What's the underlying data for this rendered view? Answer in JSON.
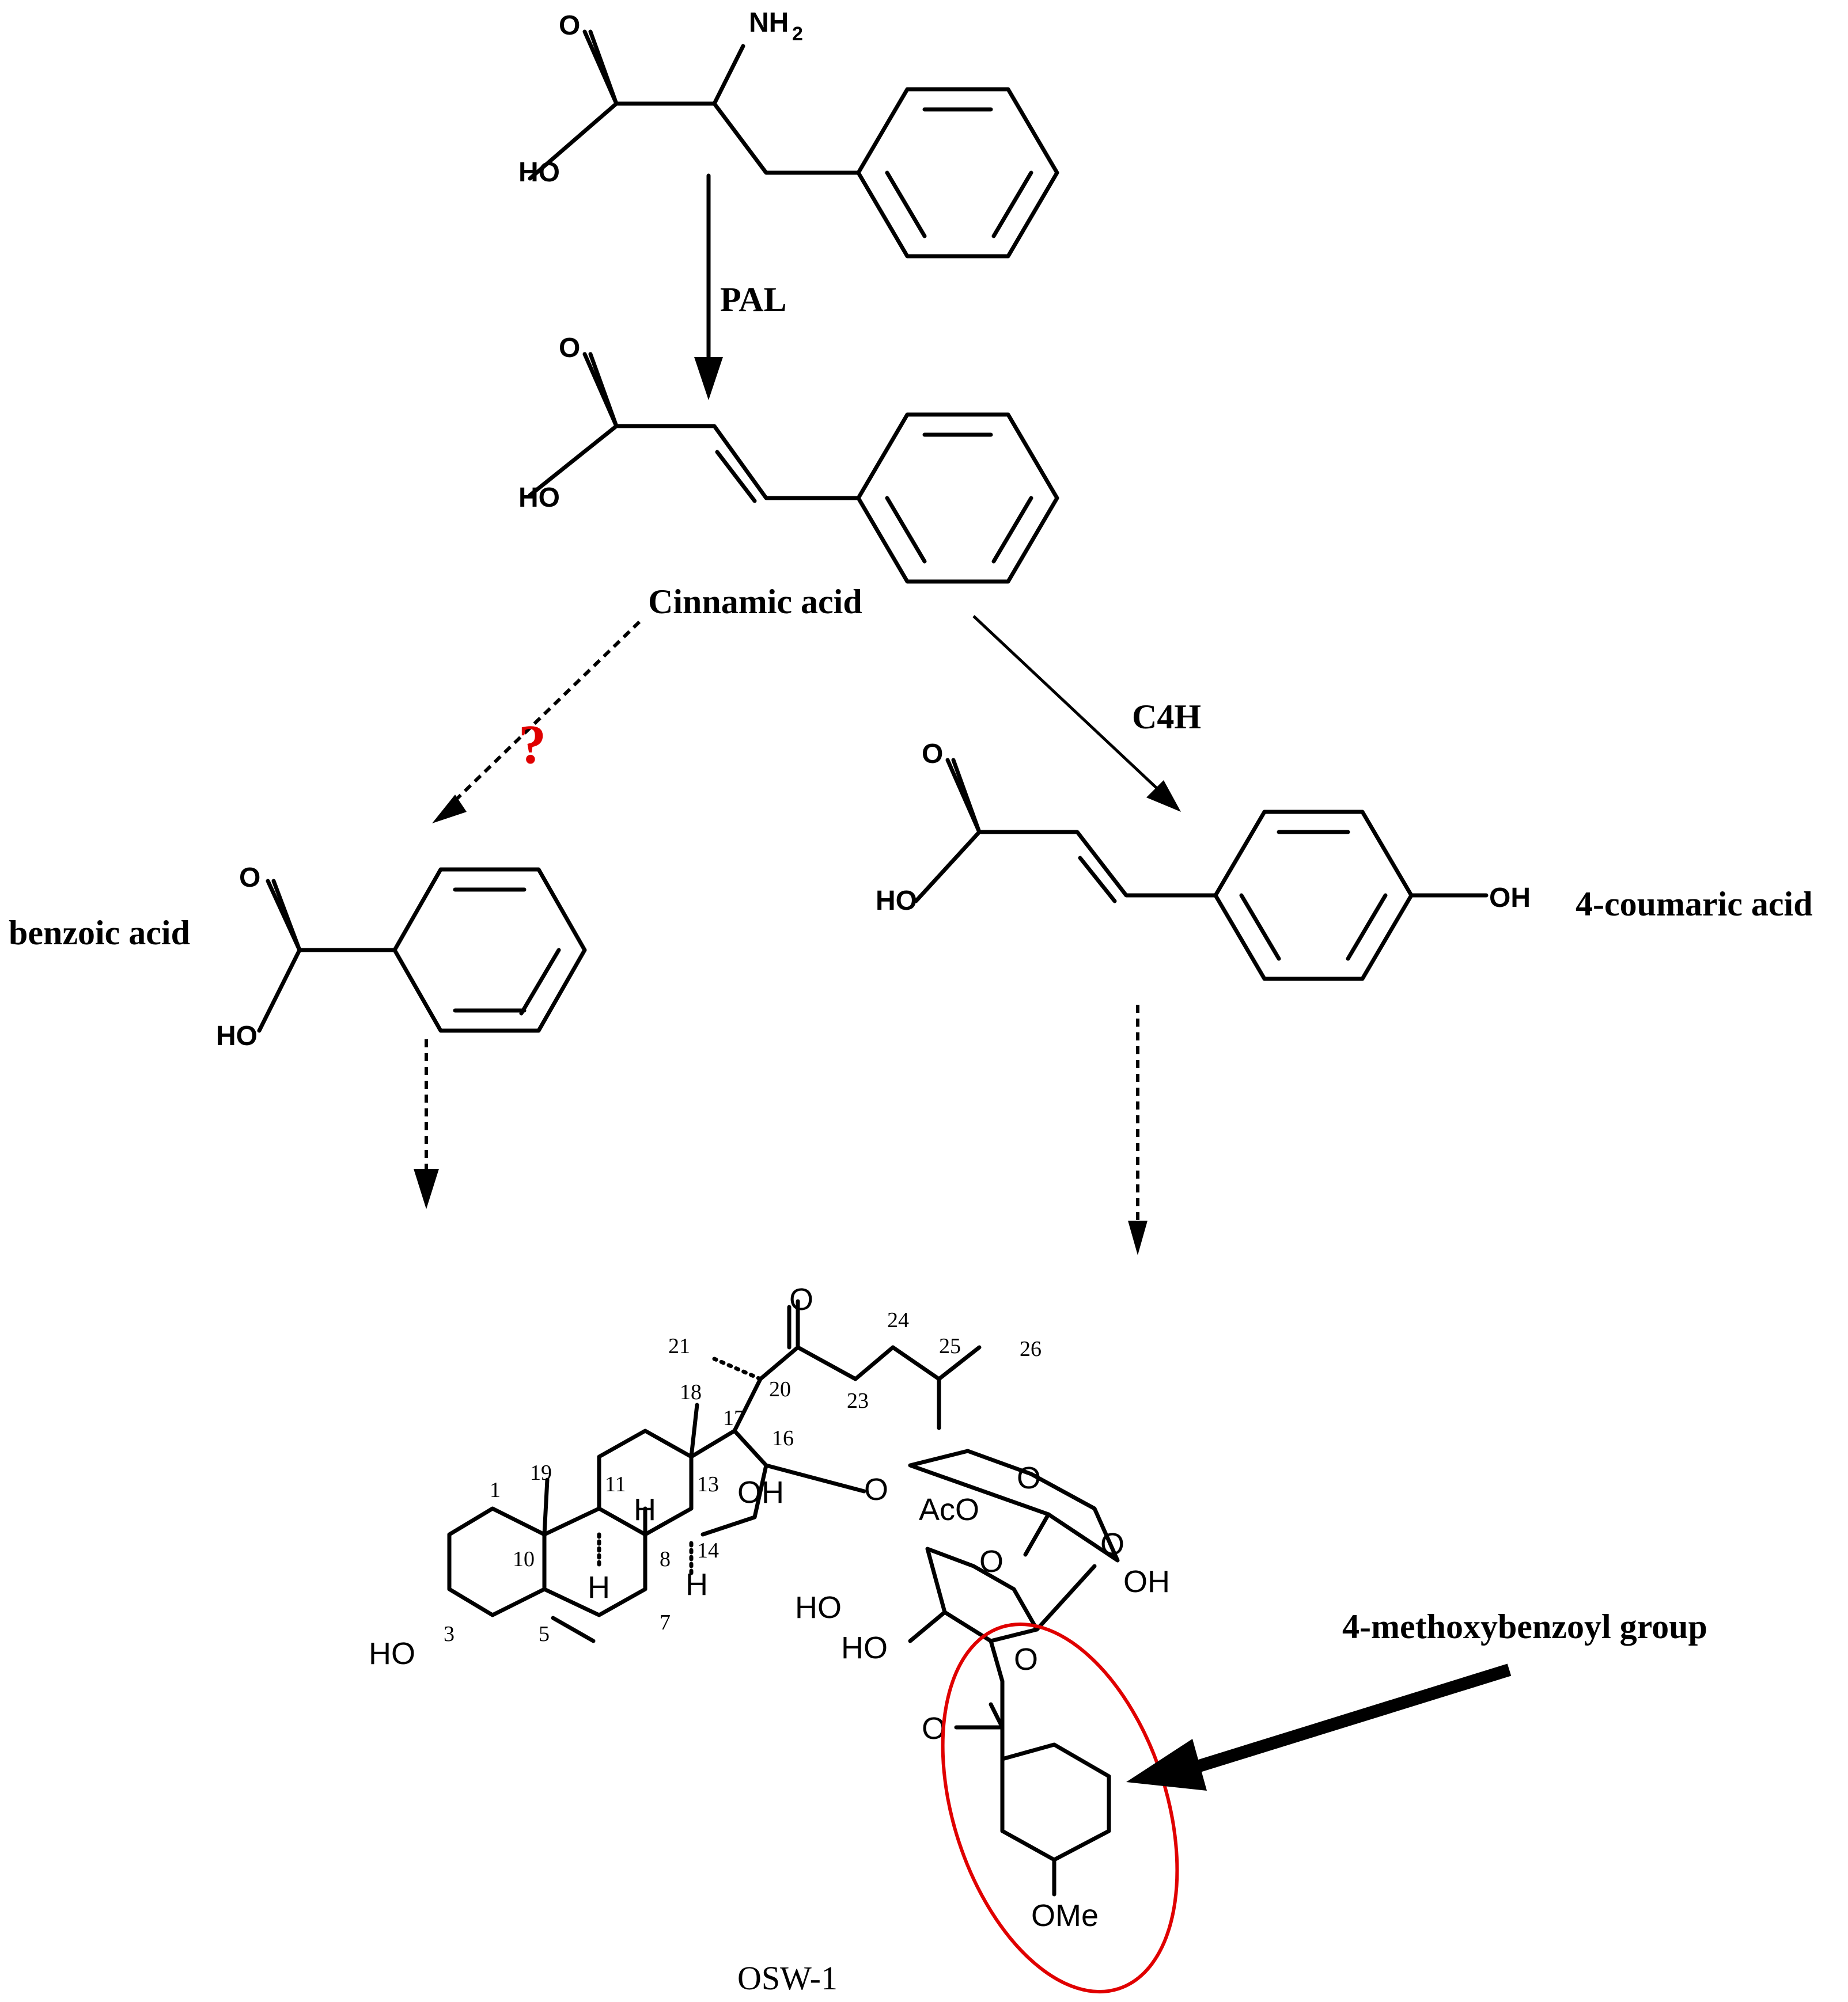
{
  "labels": {
    "pal": "PAL",
    "cinnamic_acid": "Cinnamic acid",
    "c4h": "C4H",
    "benzoic_acid": "benzoic acid",
    "coumaric_acid": "4-coumaric acid",
    "methoxybenzoyl": "4-methoxybenzoyl group",
    "osw1": "OSW-1",
    "unknown_step": "?"
  },
  "atoms": {
    "o": "O",
    "oh": "OH",
    "ho": "HO",
    "nh2": "NH",
    "nh2_sub": "2",
    "h": "H",
    "aco": "AcO",
    "ome": "OMe"
  },
  "carbon_numbers": [
    "1",
    "3",
    "5",
    "7",
    "8",
    "10",
    "11",
    "13",
    "14",
    "16",
    "17",
    "18",
    "19",
    "20",
    "21",
    "23",
    "24",
    "25",
    "26"
  ],
  "colors": {
    "highlight": "#e00000",
    "line": "#000000"
  }
}
